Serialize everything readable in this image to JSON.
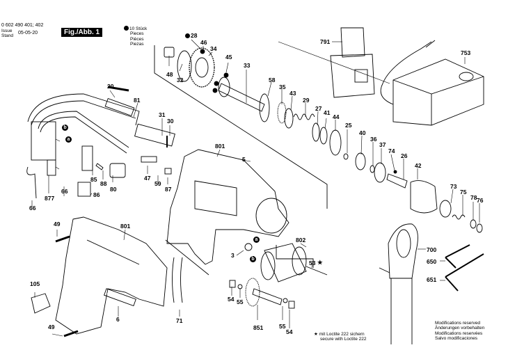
{
  "header": {
    "document_number": "0 602 490 401; 402",
    "issue_label_1": "Issue",
    "issue_label_2": "Stand",
    "issue_date": "05-05-20",
    "figure_label": "Fig./Abb. 1",
    "pieces_note": {
      "quantity": "10",
      "lines": [
        "Stück",
        "Pieces",
        "Pièces",
        "Piezas"
      ]
    }
  },
  "notes": {
    "loctite_de": "mit Loctite 222 sichern",
    "loctite_en": "secure with Loctite 222",
    "modifications": [
      "Modifications reserved",
      "Änderungen vorbehalten",
      "Modifications reservées",
      "Salvo modificaciones"
    ]
  },
  "connector_marks": {
    "a": "a",
    "b": "b"
  },
  "star_symbol": "★",
  "part_labels": {
    "p28": "28",
    "p46": "46",
    "p34": "34",
    "p45": "45",
    "p48": "48",
    "p32": "32",
    "p33": "33",
    "p58": "58",
    "p35": "35",
    "p43": "43",
    "p29": "29",
    "p27": "27",
    "p41": "41",
    "p44": "44",
    "p25": "25",
    "p40": "40",
    "p36": "36",
    "p37": "37",
    "p74": "74",
    "p26": "26",
    "p42": "42",
    "p73": "73",
    "p75": "75",
    "p78": "78",
    "p76": "76",
    "p791": "791",
    "p753": "753",
    "p20": "20",
    "p81": "81",
    "p31": "31",
    "p30": "30",
    "p47": "47",
    "p59": "59",
    "p87": "87",
    "p85": "85",
    "p88": "88",
    "p80": "80",
    "p86": "86",
    "p877": "877",
    "p66a": "66",
    "p66b": "66",
    "p801a": "801",
    "p801b": "801",
    "p5": "5",
    "p49a": "49",
    "p49b": "49",
    "p105": "105",
    "p6": "6",
    "p71": "71",
    "p3": "3",
    "p802": "802",
    "p53": "53",
    "p54a": "54",
    "p55a": "55",
    "p851": "851",
    "p55b": "55",
    "p54b": "54",
    "p700": "700",
    "p650": "650",
    "p651": "651"
  }
}
